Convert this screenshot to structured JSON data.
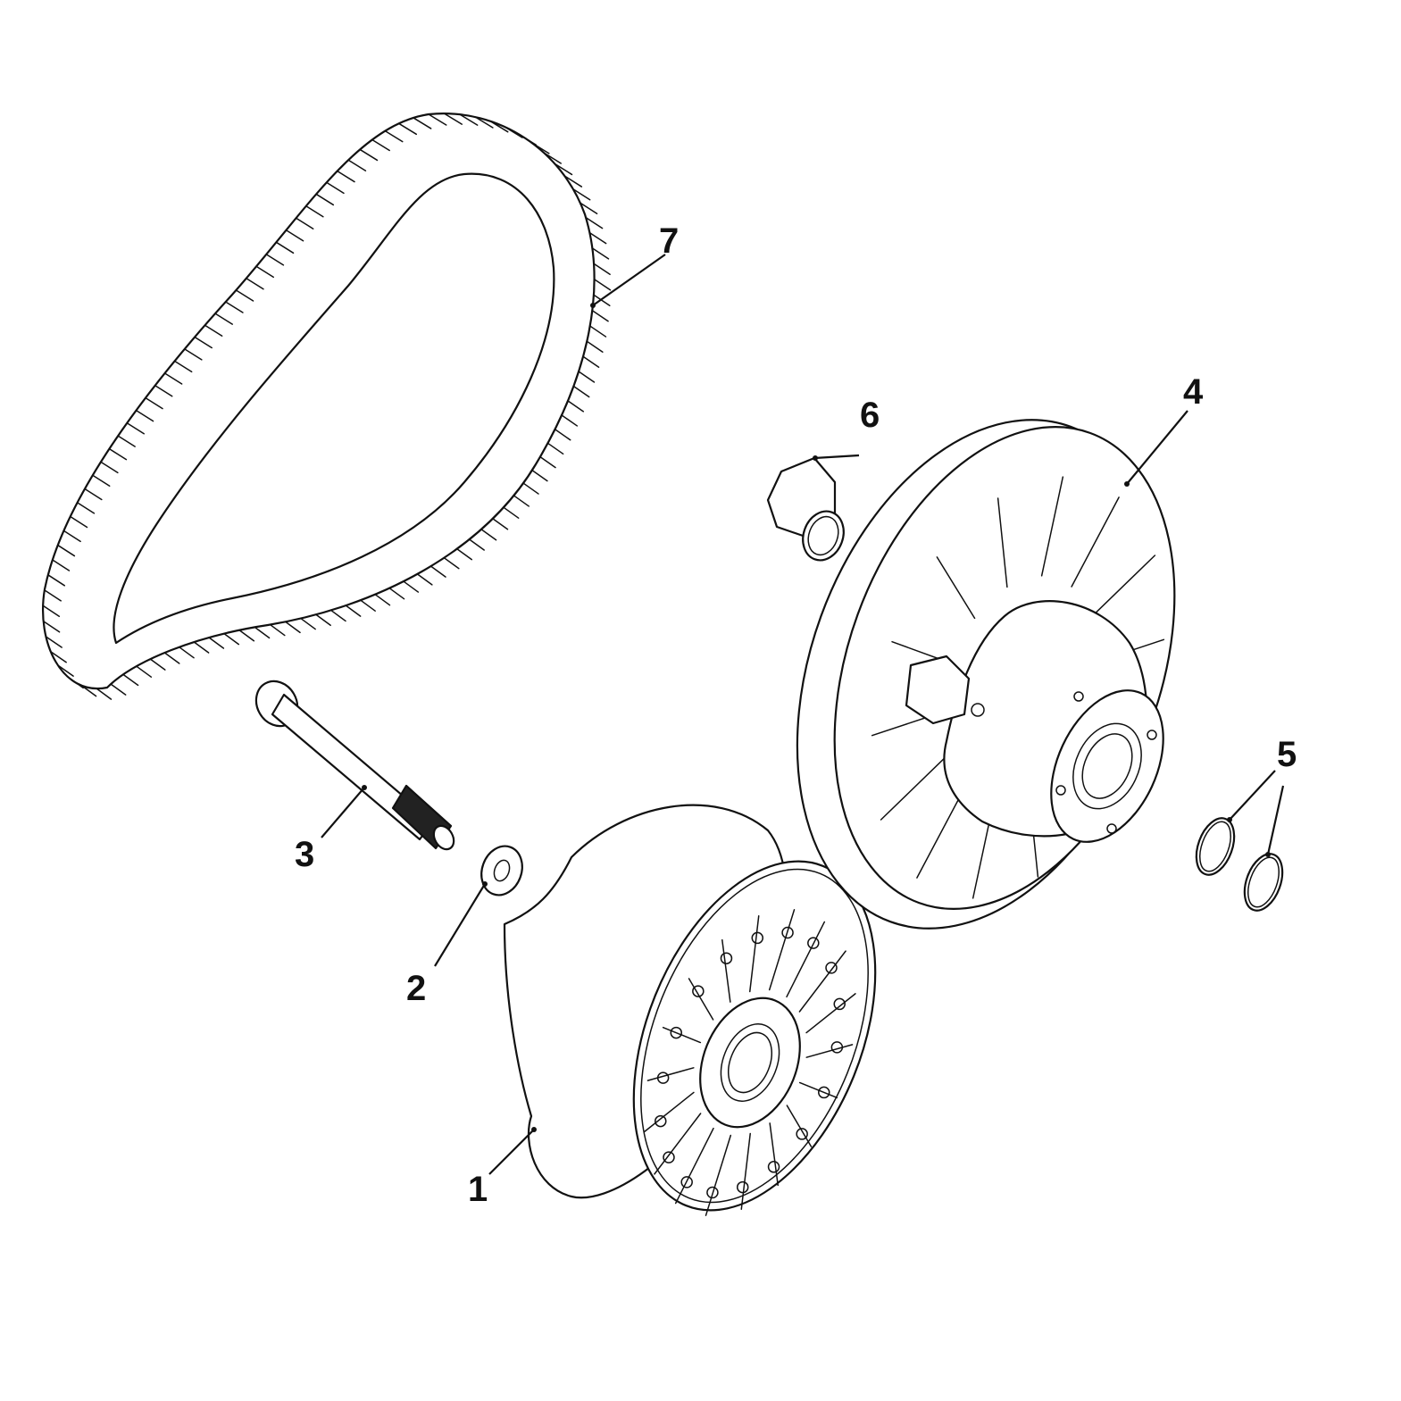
{
  "diagram": {
    "type": "exploded-parts-diagram",
    "subject": "CVT clutch assembly",
    "colors": {
      "line": "#111111",
      "background": "#ffffff"
    },
    "callouts": [
      {
        "id": "1",
        "label": "1",
        "part": "drive-clutch"
      },
      {
        "id": "2",
        "label": "2",
        "part": "washer"
      },
      {
        "id": "3",
        "label": "3",
        "part": "clutch-bolt"
      },
      {
        "id": "4",
        "label": "4",
        "part": "driven-clutch"
      },
      {
        "id": "5",
        "label": "5",
        "part": "o-rings"
      },
      {
        "id": "6",
        "label": "6",
        "part": "nut"
      },
      {
        "id": "7",
        "label": "7",
        "part": "drive-belt"
      }
    ]
  }
}
